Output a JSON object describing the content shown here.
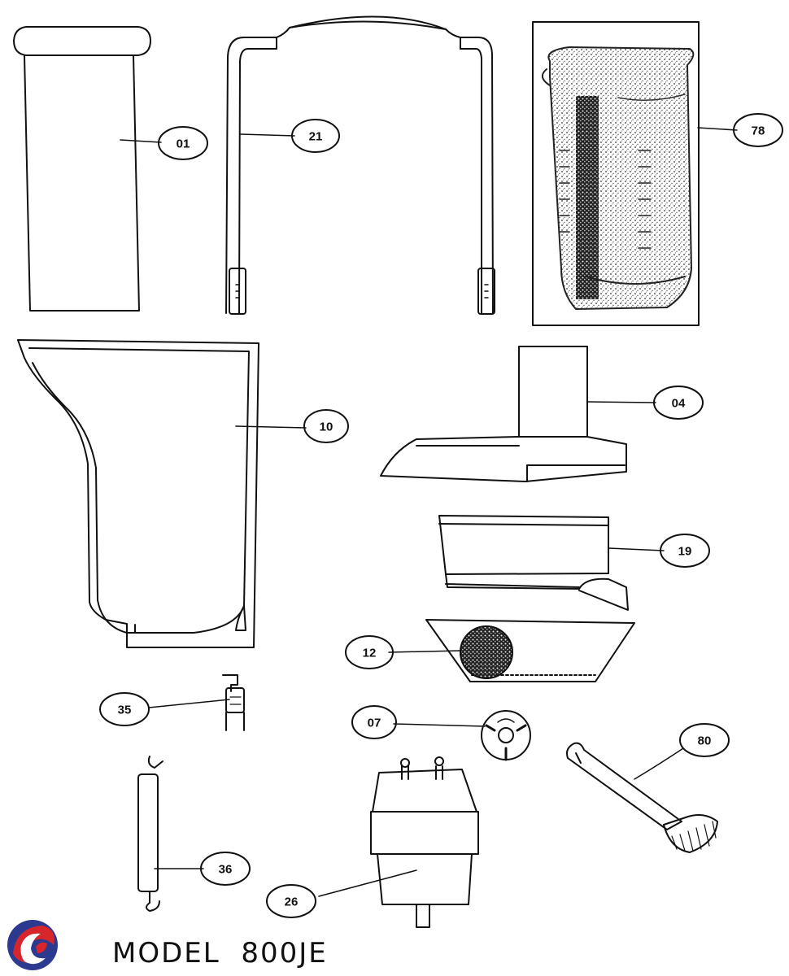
{
  "title": "MODEL  800JE",
  "colors": {
    "ink": "#111111",
    "logo_blue": "#2b3a8f",
    "logo_red": "#d6262b"
  },
  "parts": [
    {
      "id": "01",
      "name": "food-pusher"
    },
    {
      "id": "21",
      "name": "locking-arm"
    },
    {
      "id": "78",
      "name": "juice-jug"
    },
    {
      "id": "10",
      "name": "pulp-container"
    },
    {
      "id": "04",
      "name": "juicer-cover"
    },
    {
      "id": "19",
      "name": "filter-bowl-surround"
    },
    {
      "id": "12",
      "name": "filter-basket"
    },
    {
      "id": "35",
      "name": "hinge-part"
    },
    {
      "id": "07",
      "name": "drive-coupling"
    },
    {
      "id": "80",
      "name": "cleaning-brush"
    },
    {
      "id": "36",
      "name": "hinge-rod"
    },
    {
      "id": "26",
      "name": "motor"
    }
  ]
}
